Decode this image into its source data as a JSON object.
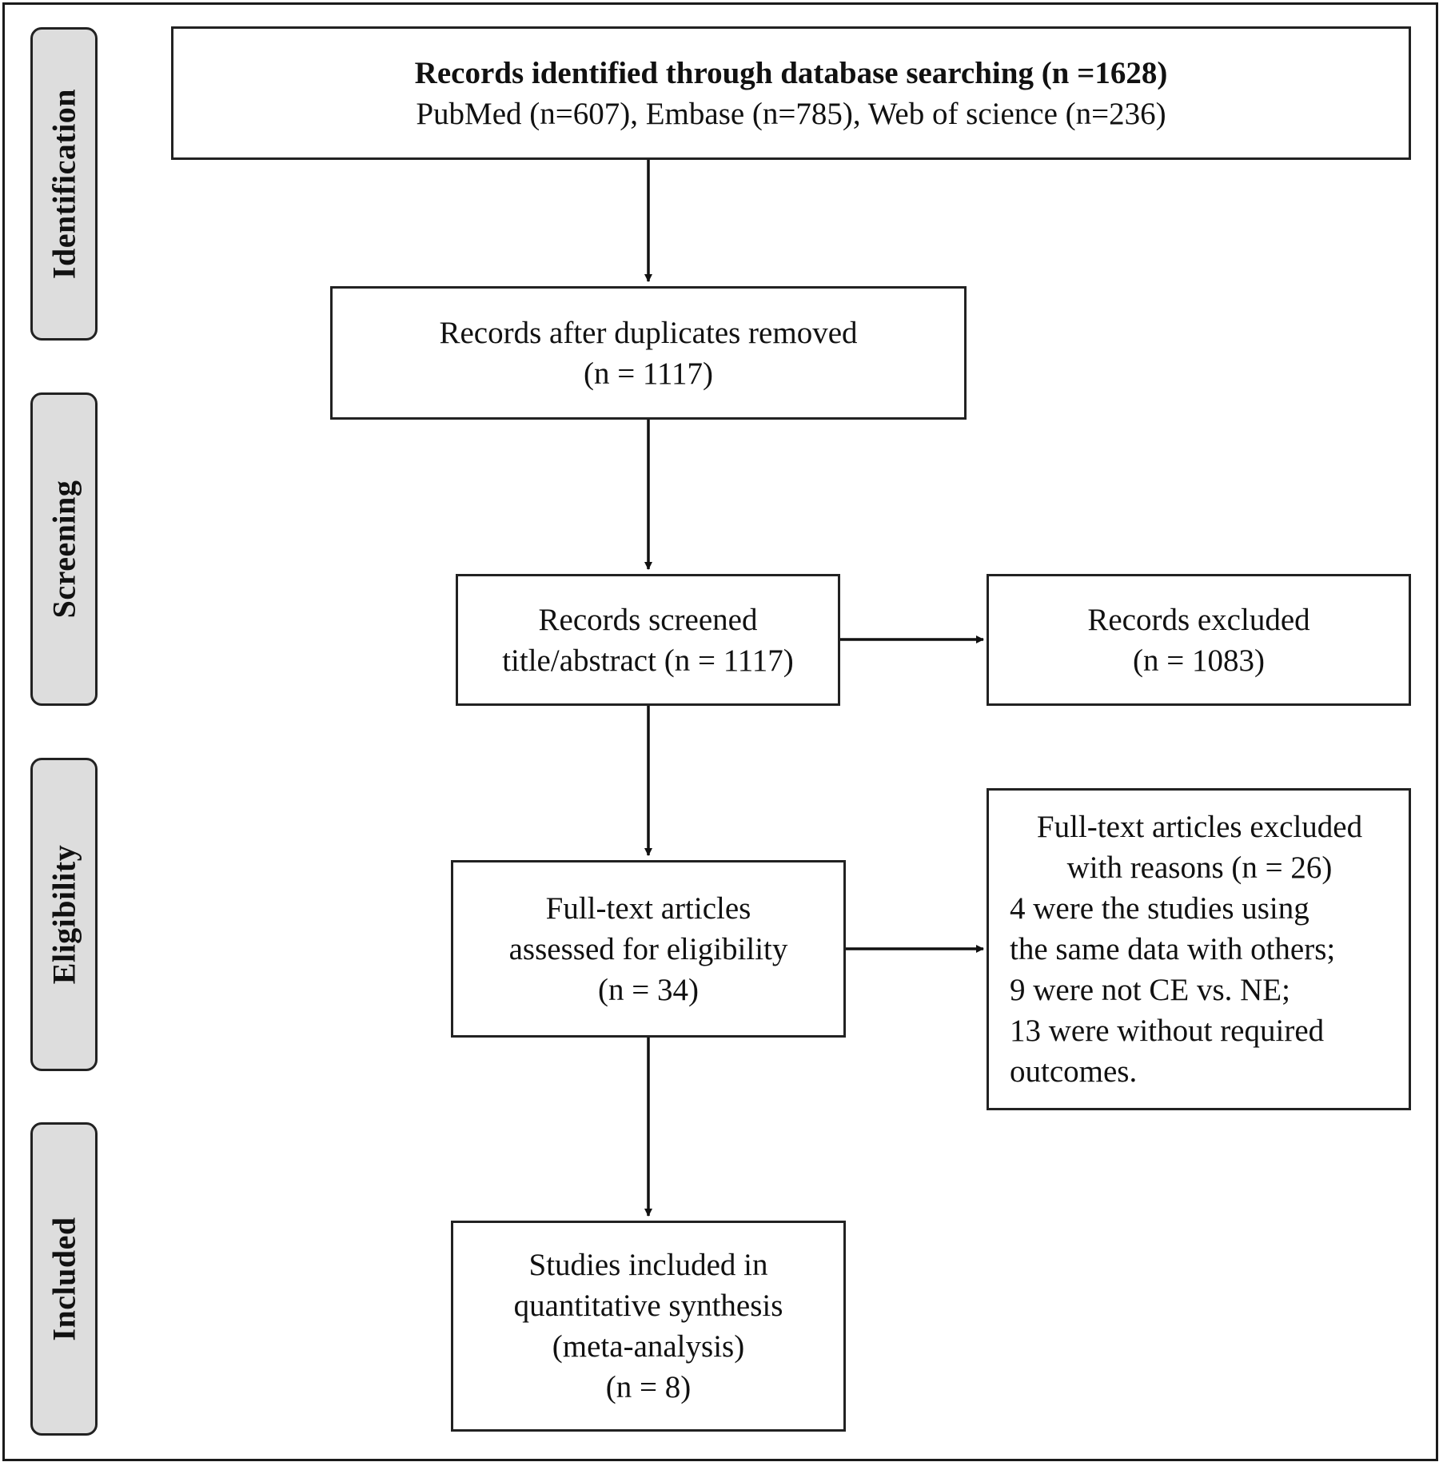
{
  "stages": [
    {
      "id": "identification",
      "label": "Identification"
    },
    {
      "id": "screening",
      "label": "Screening"
    },
    {
      "id": "eligibility",
      "label": "Eligibility"
    },
    {
      "id": "included",
      "label": "Included"
    }
  ],
  "boxes": {
    "identified": {
      "title": "Records identified through database searching (n =1628)",
      "detail": "PubMed (n=607), Embase (n=785), Web of science (n=236)"
    },
    "deduplicated": {
      "line1": "Records after duplicates removed",
      "line2": "(n = 1117)"
    },
    "screened": {
      "line1": "Records screened",
      "line2": "title/abstract (n = 1117)"
    },
    "excluded": {
      "line1": "Records excluded",
      "line2": "(n = 1083)"
    },
    "assessed": {
      "line1": "Full-text articles",
      "line2": "assessed for eligibility",
      "line3": "(n = 34)"
    },
    "fulltext_excluded": {
      "line1": "Full-text articles excluded",
      "line2": "with reasons (n = 26)",
      "reasons": [
        "4 were the studies using",
        "the same data with others;",
        "9 were not CE vs. NE;",
        "13 were without required",
        "outcomes."
      ]
    },
    "included": {
      "line1": "Studies included in",
      "line2": "quantitative synthesis",
      "line3": "(meta-analysis)",
      "line4": "(n = 8)"
    }
  }
}
